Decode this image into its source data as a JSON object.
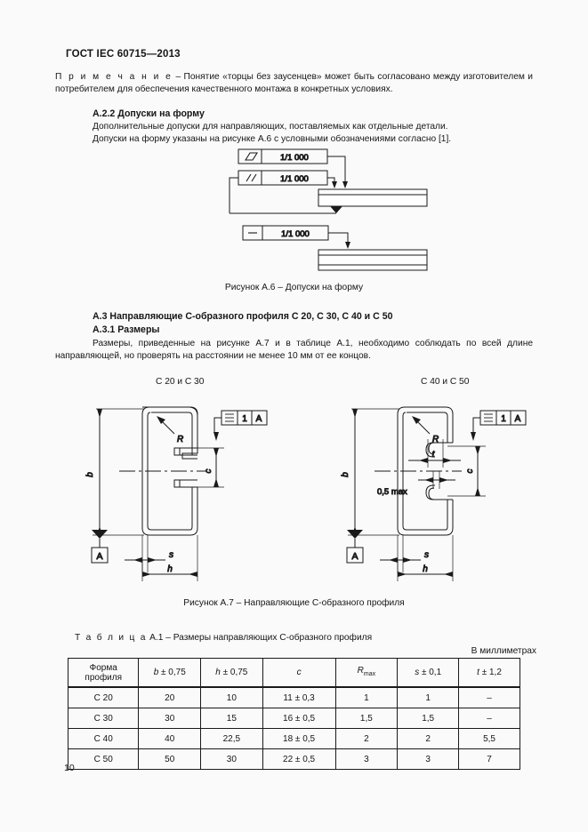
{
  "document": {
    "header": "ГОСТ IEC 60715—2013",
    "page_number": "10"
  },
  "note": {
    "label": "П р и м е ч а н и е",
    "text": " – Понятие «торцы без заусенцев» может быть согласовано между изготовителем и потребителем для обеспечения качественного монтажа в конкретных условиях."
  },
  "section_a22": {
    "heading": "А.2.2 Допуски на форму",
    "line1": "Дополнительные допуски для направляющих, поставляемых как отдельные детали.",
    "line2": "Допуски на форму указаны на рисунке А.6 с условными обозначениями согласно [1]."
  },
  "figure_a6": {
    "caption": "Рисунок А.6 – Допуски на форму",
    "frames": [
      {
        "symbol": "flatness-parallelogram",
        "tolerance": "1/1 000"
      },
      {
        "symbol": "parallelism-two-slashes",
        "tolerance": "1/1 000"
      },
      {
        "symbol": "straightness-dash",
        "tolerance": "1/1 000"
      }
    ]
  },
  "section_a3": {
    "heading": "А.3 Направляющие С-образного профиля С 20, С 30, С 40 и С 50"
  },
  "section_a31": {
    "heading": "А.3.1 Размеры",
    "text": "Размеры, приведенные на рисунке А.7 и в таблице А.1, необходимо соблюдать по всей длине направляющей, но проверять на расстоянии не менее 10 мм от ее концов."
  },
  "figure_a7": {
    "caption": "Рисунок А.7 – Направляющие С-образного профиля",
    "left_label": "С 20 и С 30",
    "right_label": "С 40 и С 50",
    "left_dims": {
      "b": "b",
      "c": "c",
      "h": "h",
      "s": "s",
      "R": "R",
      "datum": "A",
      "frame_symbol": "symmetry",
      "frame_value": "1",
      "frame_datum": "A"
    },
    "right_dims": {
      "b": "b",
      "c": "c",
      "h": "h",
      "s": "s",
      "t": "t",
      "R": "R",
      "gap_note": "0,5  max",
      "datum": "A",
      "frame_symbol": "symmetry",
      "frame_value": "1",
      "frame_datum": "A"
    }
  },
  "table_a1": {
    "title_prefix": "Т а б л и ц а",
    "title_rest": "А.1 – Размеры направляющих С-образного профиля",
    "units_note": "В миллиметрах",
    "columns": [
      "Форма профиля",
      "b ± 0,75",
      "h ± 0,75",
      "c",
      "Rmax",
      "s ± 0,1",
      "t ± 1,2"
    ],
    "rows": [
      {
        "profile": "С 20",
        "b": "20",
        "h": "10",
        "c": "11 ± 0,3",
        "r": "1",
        "s": "1",
        "t": "–"
      },
      {
        "profile": "С 30",
        "b": "30",
        "h": "15",
        "c": "16 ± 0,5",
        "r": "1,5",
        "s": "1,5",
        "t": "–"
      },
      {
        "profile": "С 40",
        "b": "40",
        "h": "22,5",
        "c": "18 ± 0,5",
        "r": "2",
        "s": "2",
        "t": "5,5"
      },
      {
        "profile": "С 50",
        "b": "50",
        "h": "30",
        "c": "22 ± 0,5",
        "r": "3",
        "s": "3",
        "t": "7"
      }
    ]
  },
  "colors": {
    "page_background": "#fafafa",
    "ink": "#161616"
  }
}
